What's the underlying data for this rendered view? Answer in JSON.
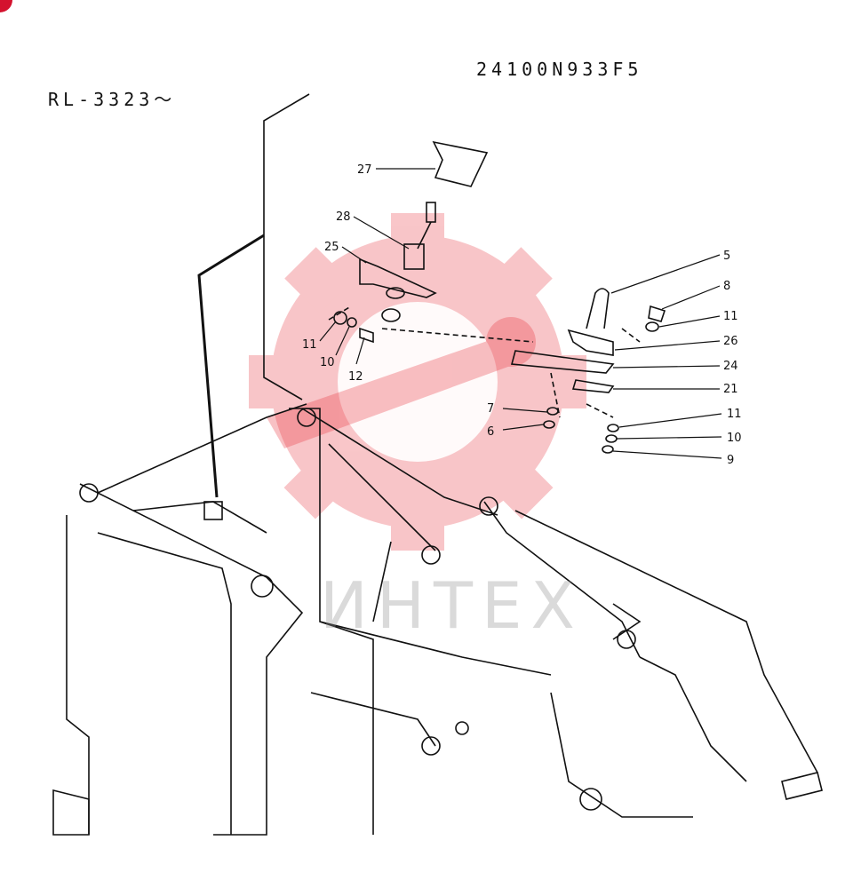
{
  "header": {
    "drawing_code": "24100N933F5",
    "serial_range": "RL-3323〜"
  },
  "watermark": {
    "text": "ИНТЕХ",
    "color": "#e8323c"
  },
  "callouts": [
    {
      "id": "27",
      "label": "27"
    },
    {
      "id": "28",
      "label": "28"
    },
    {
      "id": "25",
      "label": "25"
    },
    {
      "id": "5a",
      "label": "5"
    },
    {
      "id": "8",
      "label": "8"
    },
    {
      "id": "11a",
      "label": "11"
    },
    {
      "id": "26",
      "label": "26"
    },
    {
      "id": "24",
      "label": "24"
    },
    {
      "id": "21",
      "label": "21"
    },
    {
      "id": "11b",
      "label": "11"
    },
    {
      "id": "10a",
      "label": "10"
    },
    {
      "id": "12",
      "label": "12"
    },
    {
      "id": "7",
      "label": "7"
    },
    {
      "id": "6",
      "label": "6"
    },
    {
      "id": "11c",
      "label": "11"
    },
    {
      "id": "10b",
      "label": "10"
    },
    {
      "id": "9",
      "label": "9"
    }
  ]
}
